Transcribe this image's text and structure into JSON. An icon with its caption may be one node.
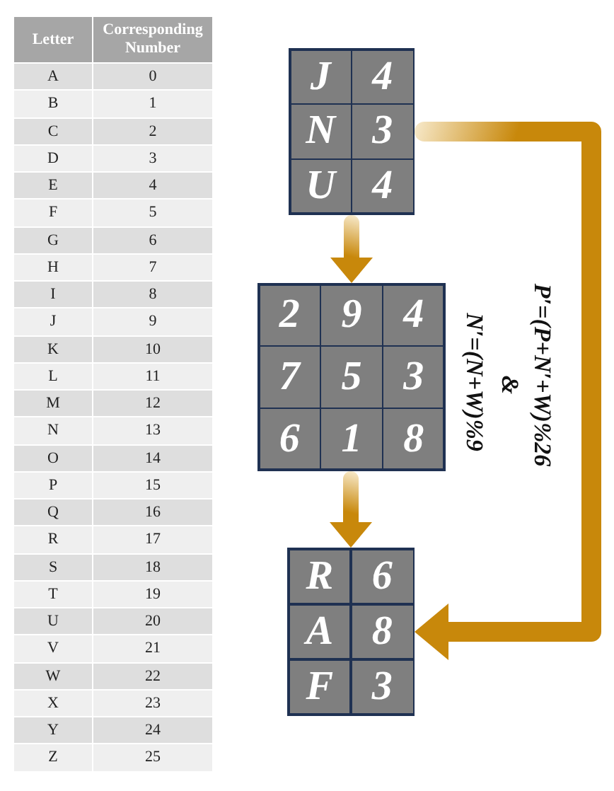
{
  "diagram": {
    "nodes": [
      {
        "text": [],
        "shape": "box"
      },
      {
        "text": [
          "J"
        ],
        "in": 0
      },
      {
        "text": [
          "4"
        ],
        "in": 0
      },
      {
        "text": [
          "N"
        ],
        "in": 0
      },
      {
        "text": [
          "3"
        ],
        "in": 0
      },
      {
        "text": [
          "U"
        ],
        "in": 0
      },
      {
        "text": [
          "4"
        ],
        "in": 0
      },
      {
        "text": [],
        "shape": "box"
      },
      {
        "text": [
          "2"
        ],
        "in": 7
      },
      {
        "text": [
          "9"
        ],
        "in": 7
      },
      {
        "text": [
          "4"
        ],
        "in": 7
      },
      {
        "text": [
          "7"
        ],
        "in": 7
      },
      {
        "text": [
          "5"
        ],
        "in": 7
      },
      {
        "text": [
          "3"
        ],
        "in": 7
      },
      {
        "text": [
          "6"
        ],
        "in": 7
      },
      {
        "text": [
          "1"
        ],
        "in": 7
      },
      {
        "text": [
          "8"
        ],
        "in": 7
      },
      {
        "text": [],
        "shape": "box"
      },
      {
        "text": [
          "R"
        ],
        "in": 17
      },
      {
        "text": [
          "6"
        ],
        "in": 17
      },
      {
        "text": [
          "A"
        ],
        "in": 17
      },
      {
        "text": [
          "8"
        ],
        "in": 17
      },
      {
        "text": [
          "F"
        ],
        "in": 17
      },
      {
        "text": [
          "3"
        ],
        "in": 17
      }
    ],
    "edges": [
      {
        "from": 0,
        "to": 7,
        "arrow": "to"
      },
      {
        "from": 7,
        "to": 17,
        "arrow": "to"
      },
      {
        "from": 0,
        "to": 17,
        "arrow": "to",
        "style": "thick"
      }
    ],
    "labels": [
      "Letter",
      "Corresponding Number",
      "A",
      "0",
      "B",
      "1",
      "C",
      "2",
      "D",
      "3",
      "E",
      "4",
      "F",
      "5",
      "G",
      "6",
      "H",
      "7",
      "I",
      "8",
      "J",
      "9",
      "K",
      "10",
      "L",
      "11",
      "M",
      "12",
      "N",
      "13",
      "O",
      "14",
      "P",
      "15",
      "Q",
      "16",
      "R",
      "17",
      "S",
      "18",
      "T",
      "19",
      "U",
      "20",
      "V",
      "21",
      "W",
      "22",
      "X",
      "23",
      "Y",
      "24",
      "Z",
      "25",
      "N′=(N+W)%9",
      "&",
      "P′=(P+N′+W)%26"
    ]
  }
}
